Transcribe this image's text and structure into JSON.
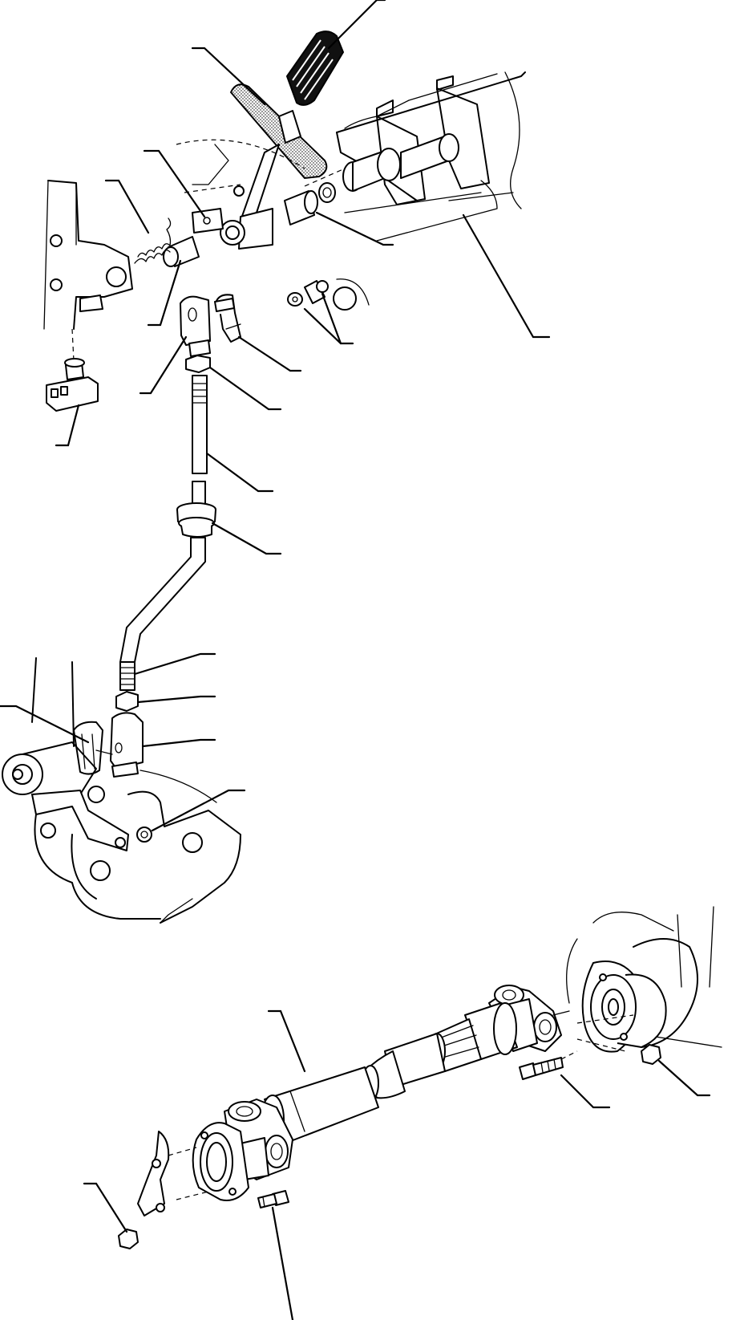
{
  "figure": {
    "callouts": [
      {
        "name": "callout-pedal-pad"
      },
      {
        "name": "callout-pedal-lever"
      },
      {
        "name": "callout-pedal-pin"
      },
      {
        "name": "callout-return-spring"
      },
      {
        "name": "callout-bushing-right"
      },
      {
        "name": "callout-bushing-left"
      },
      {
        "name": "callout-mounting-bracket"
      },
      {
        "name": "callout-clevis-upper"
      },
      {
        "name": "callout-clip-upper"
      },
      {
        "name": "callout-washer-pair"
      },
      {
        "name": "callout-switch"
      },
      {
        "name": "callout-locknut-upper"
      },
      {
        "name": "callout-rod-upper"
      },
      {
        "name": "callout-grommet"
      },
      {
        "name": "callout-rod-thread-lower"
      },
      {
        "name": "callout-locknut-lower"
      },
      {
        "name": "callout-clevis-lower"
      },
      {
        "name": "callout-clip-lower"
      },
      {
        "name": "callout-washer-lower"
      },
      {
        "name": "callout-driveshaft"
      },
      {
        "name": "callout-bolt-rear"
      },
      {
        "name": "callout-nut-rear"
      },
      {
        "name": "callout-nut-front"
      },
      {
        "name": "callout-bolt-front"
      }
    ]
  }
}
